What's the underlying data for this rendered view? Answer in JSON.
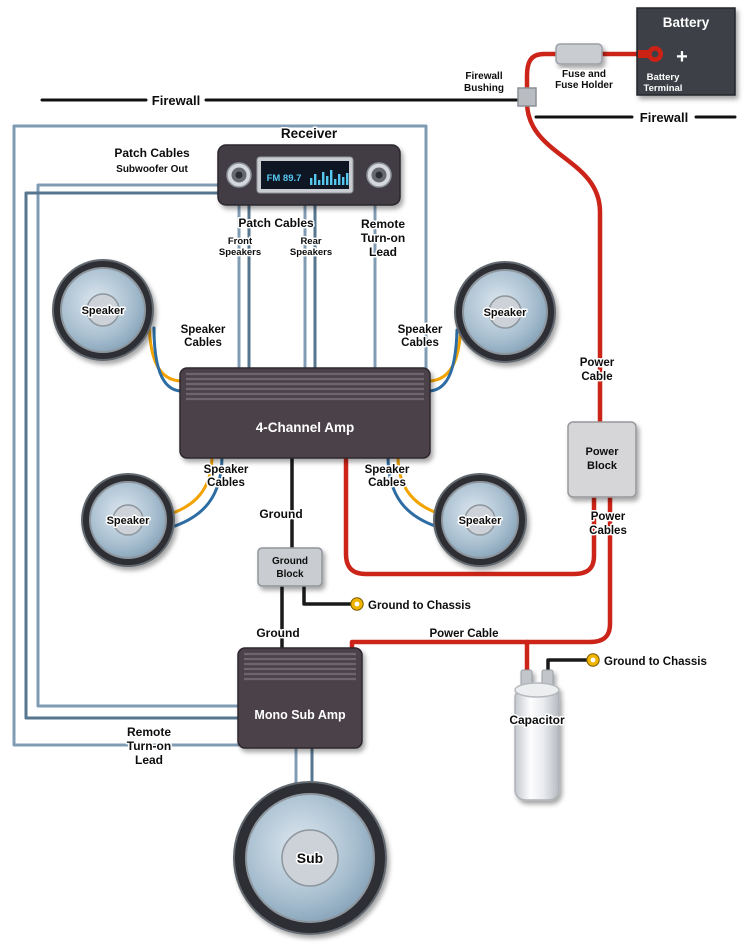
{
  "colors": {
    "power_wire": "#cc2418",
    "ground_wire": "#1a1a1a",
    "signal_wire": "#7f9cb4",
    "signal_wire_dark": "#56758f",
    "speaker_wire_orange": "#f2a300",
    "speaker_wire_blue": "#2e6da4",
    "terminal_yellow": "#f0b400",
    "display_text": "#56c8f0"
  },
  "battery": {
    "title": "Battery",
    "plus": "+",
    "terminal_line1": "Battery",
    "terminal_line2": "Terminal"
  },
  "fuse": {
    "line1": "Fuse and",
    "line2": "Fuse Holder"
  },
  "firewall": {
    "left_label": "Firewall",
    "right_label": "Firewall",
    "bushing_line1": "Firewall",
    "bushing_line2": "Bushing"
  },
  "receiver": {
    "title": "Receiver",
    "display": "FM 89.7"
  },
  "patch": {
    "left_line1": "Patch Cables",
    "left_line2": "Subwoofer Out",
    "below_receiver": "Patch Cables",
    "front_line1": "Front",
    "front_line2": "Speakers",
    "rear_line1": "Rear",
    "rear_line2": "Speakers"
  },
  "remote": {
    "top_line1": "Remote",
    "top_line2": "Turn-on",
    "top_line3": "Lead",
    "bottom_line1": "Remote",
    "bottom_line2": "Turn-on",
    "bottom_line3": "Lead"
  },
  "speaker": {
    "label": "Speaker",
    "cables_line1": "Speaker",
    "cables_line2": "Cables",
    "sub_label": "Sub"
  },
  "amps": {
    "four_channel": "4-Channel Amp",
    "mono_sub": "Mono Sub Amp"
  },
  "power": {
    "cable_line1": "Power",
    "cable_line2": "Cable",
    "block_line1": "Power",
    "block_line2": "Block",
    "cables_line1": "Power",
    "cables_line2": "Cables",
    "cable_bottom": "Power Cable"
  },
  "ground": {
    "upper": "Ground",
    "lower": "Ground",
    "block_line1": "Ground",
    "block_line2": "Block",
    "to_chassis_mid": "Ground to Chassis",
    "to_chassis_right": "Ground to Chassis"
  },
  "capacitor": {
    "label": "Capacitor"
  }
}
